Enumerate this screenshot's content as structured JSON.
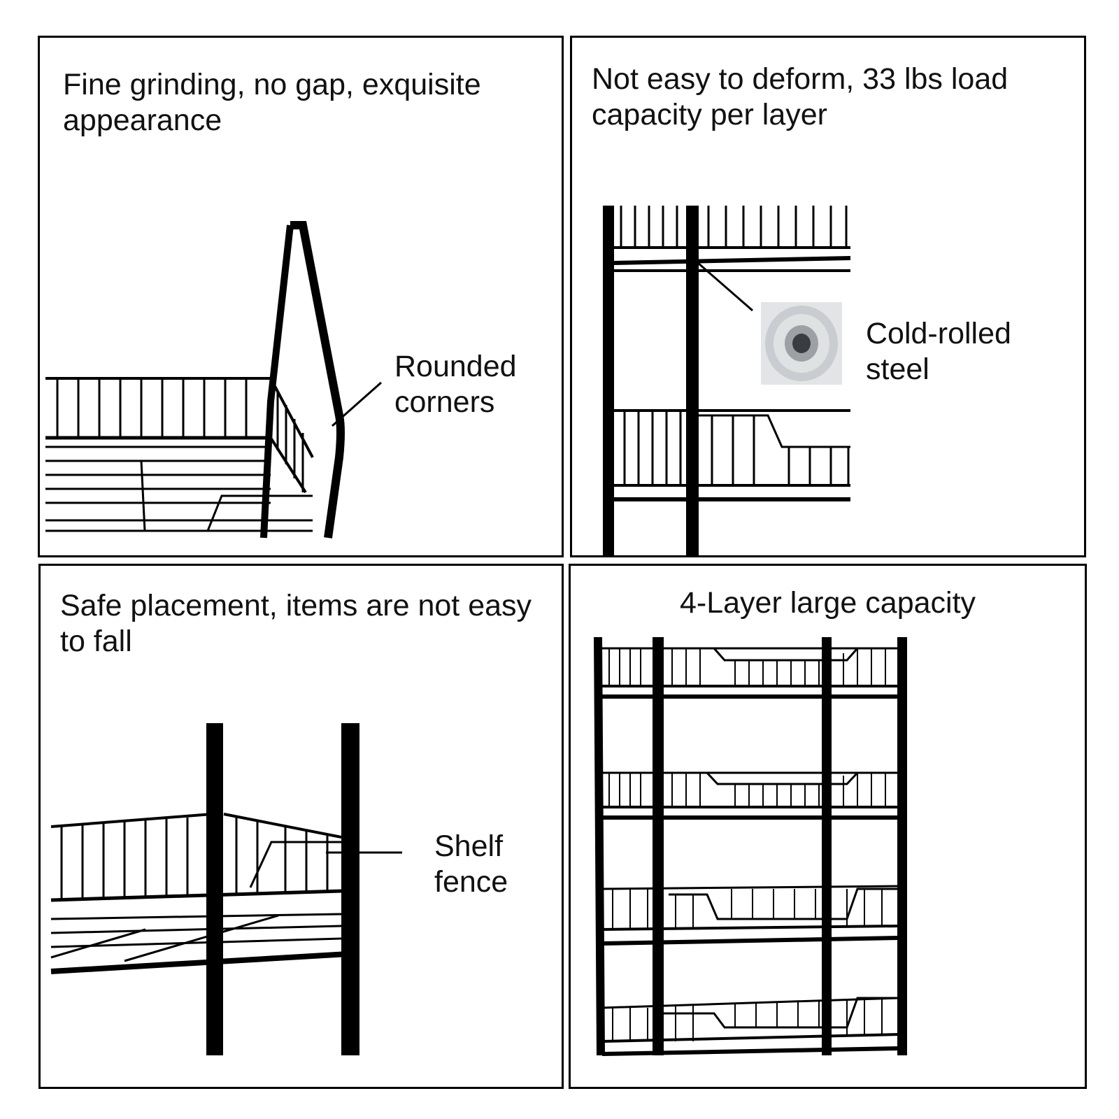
{
  "panels": [
    {
      "heading": "Fine grinding, no gap, exquisite appearance",
      "callout": [
        "Rounded",
        "corners"
      ],
      "art": "corner-detail"
    },
    {
      "heading": "Not easy to deform, 33 lbs load capacity per layer",
      "callout": [
        "Cold-rolled",
        "steel"
      ],
      "art": "steel-roll-detail"
    },
    {
      "heading": "Safe placement, items are not easy to fall",
      "callout": [
        "Shelf",
        "fence"
      ],
      "art": "fence-detail"
    },
    {
      "heading": "4-Layer large capacity",
      "art": "four-layer-rack"
    }
  ],
  "colors": {
    "frame": "#000000",
    "text": "#111111",
    "steel": "#c9ccd0"
  }
}
